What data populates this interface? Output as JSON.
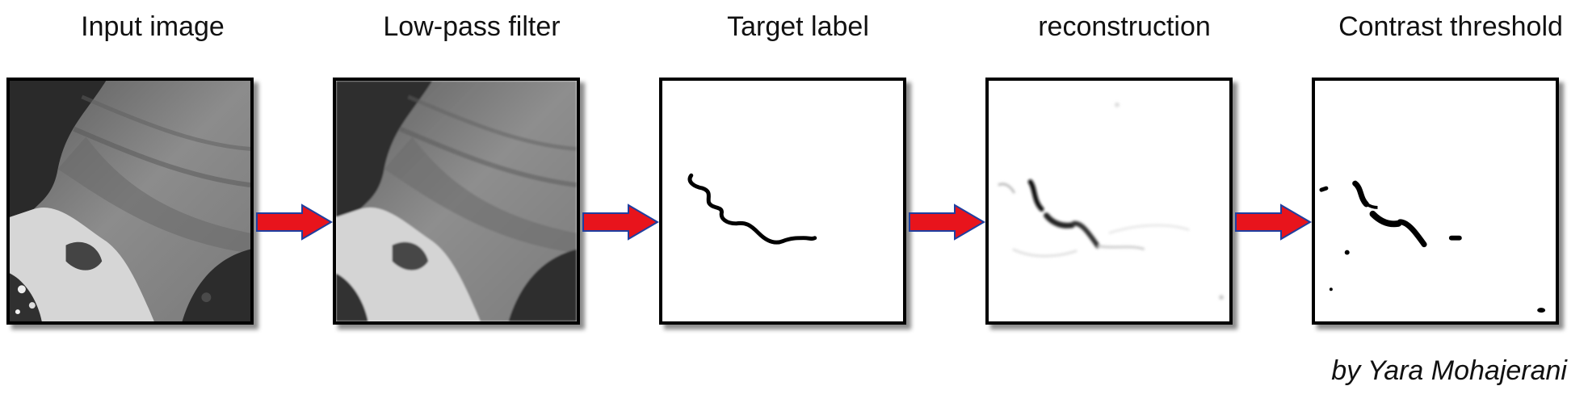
{
  "stages": [
    {
      "id": "input",
      "title": "Input image"
    },
    {
      "id": "lowpass",
      "title": "Low-pass filter"
    },
    {
      "id": "target",
      "title": "Target label"
    },
    {
      "id": "recon",
      "title": "reconstruction"
    },
    {
      "id": "threshold",
      "title": "Contrast threshold"
    }
  ],
  "credit": "by Yara Mohajerani",
  "colors": {
    "arrow_fill": "#e8141c",
    "arrow_outline": "#1f3fa0",
    "panel_border": "#000000",
    "line": "#000000"
  }
}
